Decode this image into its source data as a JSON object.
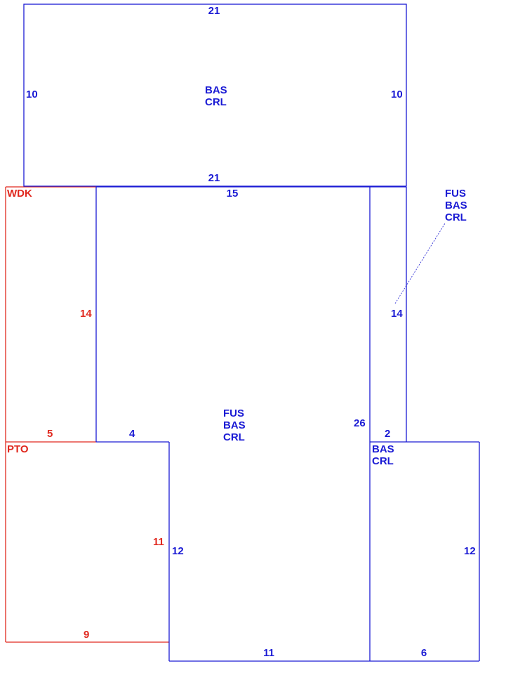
{
  "colors": {
    "primary": "#1a1ad4",
    "secondary": "#e0281e",
    "connector": "#3a3ad8"
  },
  "area_labels": {
    "top_section": "BAS\nCRL",
    "main_section": "FUS\nBAS\nCRL",
    "side_strip": "FUS\nBAS\nCRL",
    "lower_right": "BAS\nCRL",
    "deck": "WDK",
    "patio": "PTO"
  },
  "dimensions": {
    "top_width_top": "21",
    "top_width_bottom": "21",
    "top_left_height": "10",
    "top_right_height": "10",
    "main_top_width": "15",
    "deck_height": "14",
    "strip_height": "14",
    "main_right_height": "26",
    "strip_width": "2",
    "deck_width": "5",
    "step_width": "4",
    "patio_height": "11",
    "main_left_height": "12",
    "lower_right_height": "12",
    "patio_width": "9",
    "main_bottom_width": "11",
    "lower_right_width": "6"
  }
}
